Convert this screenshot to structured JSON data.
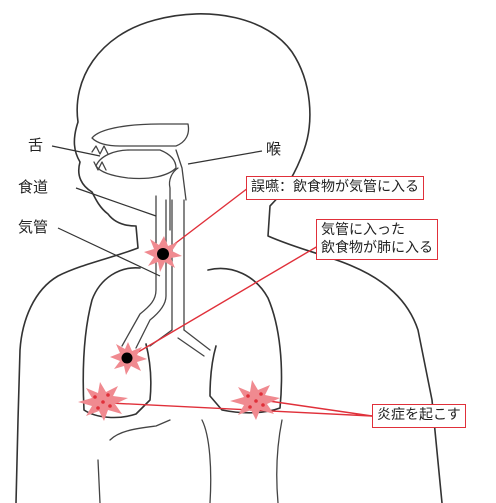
{
  "labels": {
    "tongue": "舌",
    "throat": "喉",
    "esophagus": "食道",
    "trachea": "気管"
  },
  "callouts": {
    "aspiration": "誤嚥：飲食物が気管に入る",
    "into_lungs": [
      "気管に入った",
      "飲食物が肺に入る"
    ],
    "inflammation": "炎症を起こす"
  },
  "colors": {
    "accent": "#e0303a",
    "burst": "#f08a90",
    "dot": "#000000"
  }
}
